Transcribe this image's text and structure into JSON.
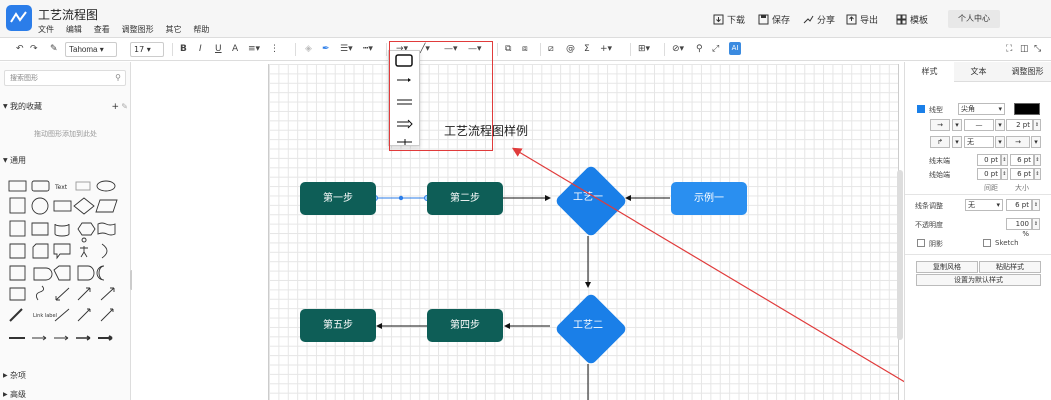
{
  "app": {
    "title": "工艺流程图"
  },
  "menubar": {
    "items": [
      "文件",
      "编辑",
      "查看",
      "调整图形",
      "其它",
      "帮助"
    ]
  },
  "top_actions": {
    "download": "下载",
    "save": "保存",
    "share": "分享",
    "export": "导出",
    "template": "模板",
    "user_center": "个人中心"
  },
  "toolbar": {
    "font": "Tahoma",
    "size": "17",
    "ai": "AI"
  },
  "sidebar": {
    "search_placeholder": "搜索图形",
    "favorites": {
      "title": "我的收藏",
      "hint": "拖动图形添加到此处"
    },
    "general": {
      "title": "通用"
    },
    "shape_text_label": "Text",
    "misc": {
      "title": "杂项"
    },
    "advanced": {
      "title": "高级"
    }
  },
  "canvas": {
    "title": "工艺流程图样例",
    "nodes": {
      "step1": "第一步",
      "step2": "第二步",
      "craft1": "工艺一",
      "example1": "示例一",
      "step5": "第五步",
      "step4": "第四步",
      "craft2": "工艺二"
    },
    "colors": {
      "rect_green": "#0e5e57",
      "diamond_blue": "#1a7fe8",
      "example_blue": "#2a8ff0",
      "annotation_red": "#e03b3b"
    }
  },
  "right_panel": {
    "tabs": [
      "样式",
      "文本",
      "调整图形"
    ],
    "line_style": {
      "label": "线型",
      "value": "尖角"
    },
    "width_value": "2 pt",
    "corner": "无",
    "line_end": {
      "label": "线末端",
      "val1": "0 pt",
      "val2": "6 pt"
    },
    "line_start": {
      "label": "线始端",
      "val1": "0 pt",
      "val2": "6 pt"
    },
    "spacing_label": "间距",
    "size_label": "大小",
    "line_adjust": {
      "label": "线条调整",
      "value": "无",
      "size": "6 pt"
    },
    "opacity": {
      "label": "不透明度",
      "value": "100 %"
    },
    "shadow": "阴影",
    "sketch": "Sketch",
    "copy_style": "复制风格",
    "paste_style": "粘贴样式",
    "set_default": "设置为默认样式"
  }
}
